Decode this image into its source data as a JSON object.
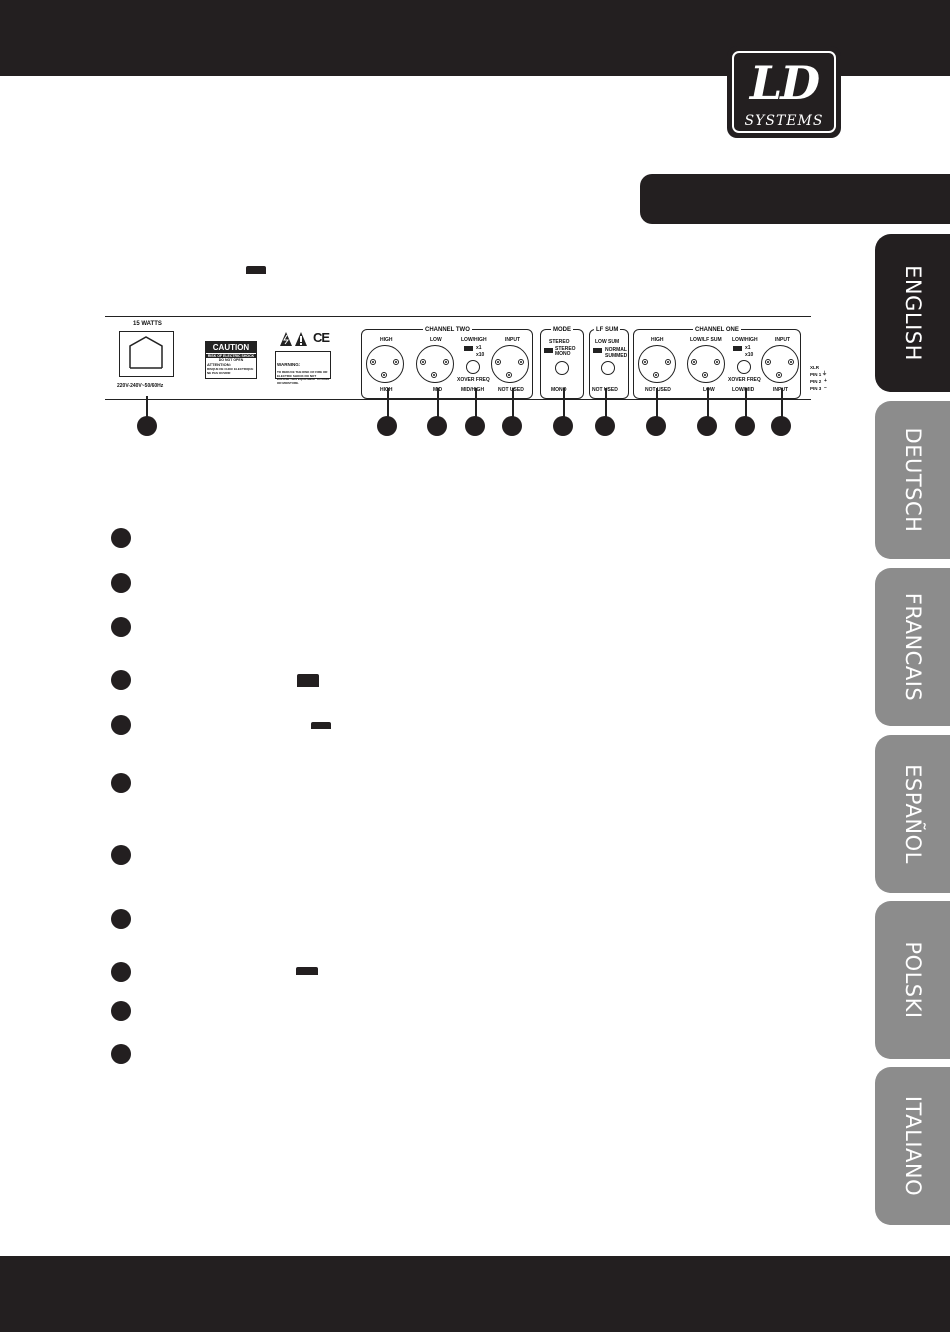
{
  "brand": {
    "logo_main": "LD",
    "logo_sub": "SYSTEMS"
  },
  "language_tabs": [
    {
      "label": "ENGLISH",
      "active": true
    },
    {
      "label": "DEUTSCH",
      "active": false
    },
    {
      "label": "FRANCAIS",
      "active": false
    },
    {
      "label": "ESPAÑOL",
      "active": false
    },
    {
      "label": "POLSKI",
      "active": false
    },
    {
      "label": "ITALIANO",
      "active": false
    }
  ],
  "rear_panel": {
    "power": {
      "watts": "15 WATTS",
      "voltage": "220V-240V~50/60Hz"
    },
    "caution": {
      "title": "CAUTION",
      "line1": "RISK OF ELECTRIC SHOCK",
      "line2": "DO NOT OPEN",
      "attention_title": "ATTENTION:",
      "attention_text": "RISQUE DE CHOC ELECTRIQUE NE PAS OUVRIR"
    },
    "ce_mark": "CE",
    "warning": {
      "title": "WARNING:",
      "text": "TO REDUCE THE RISK OF FIRE OR ELECTRIC SHOCK DO NOT EXPOSE THIS EQUIPMENT TO RAIN OR MOISTURE."
    },
    "channel_two": {
      "title": "CHANNEL TWO",
      "top_labels": [
        "HIGH",
        "LOW",
        "LOW/HIGH",
        "INPUT"
      ],
      "bottom_labels": [
        "HIGH",
        "MID",
        "MID/HIGH",
        "NOT USED"
      ],
      "x1": "x1",
      "x10": "x10",
      "xover": "XOVER FREQ"
    },
    "mode": {
      "title": "MODE",
      "stereo": "STEREO",
      "stereo_mono": "STEREO MONO",
      "mono": "MONO"
    },
    "lf_sum": {
      "title": "LF SUM",
      "low_sum": "LOW SUM",
      "normal": "NORMAL",
      "summed": "SUMMED",
      "not_used": "NOT USED"
    },
    "channel_one": {
      "title": "CHANNEL ONE",
      "top_labels": [
        "HIGH",
        "LOW/LF SUM",
        "LOW/HIGH",
        "INPUT"
      ],
      "bottom_labels": [
        "NOT USED",
        "LOW",
        "LOW/MID",
        "INPUT"
      ],
      "x1": "x1",
      "x10": "x10",
      "xover": "XOVER FREQ"
    },
    "xlr_legend": [
      "XLR",
      "PIN 1",
      "PIN 2",
      "PIN 3"
    ],
    "xlr_symbols": [
      "⏚",
      "+",
      "−"
    ]
  },
  "colors": {
    "dark": "#231f20",
    "tab_inactive": "#8c8c8c"
  }
}
